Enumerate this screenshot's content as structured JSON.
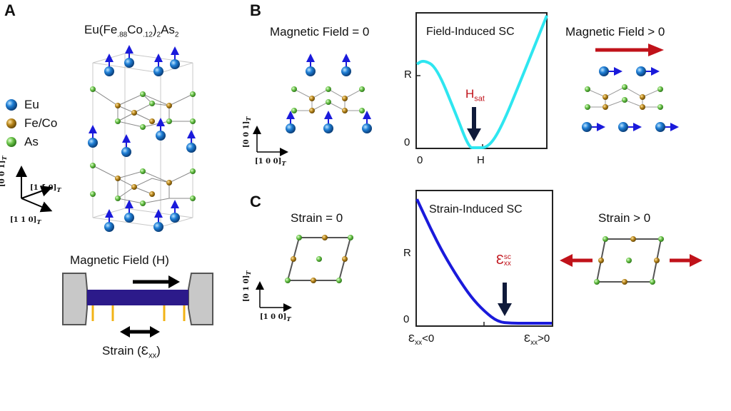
{
  "panels": {
    "a": "A",
    "b": "B",
    "c": "C"
  },
  "panel_a": {
    "formula": {
      "base": "Eu(Fe",
      "fe_sub": ".88",
      "co": "Co",
      "co_sub": ".12",
      "close": ")",
      "two": "2",
      "as": "As",
      "as_sub": "2"
    },
    "legend": [
      "Eu",
      "Fe/Co",
      "As"
    ],
    "axes": {
      "c": "[0 0 1]",
      "b": "[1 1̄ 0]",
      "a": "[1 1 0]",
      "sub": "T"
    },
    "device_field_label": "Magnetic Field (H)",
    "device_strain_label": {
      "text": "Strain (",
      "sym": "Ɛ",
      "sub": "xx",
      "close": ")"
    }
  },
  "panel_b": {
    "left_label": "Magnetic Field = 0",
    "right_label": "Magnetic Field > 0",
    "axes": {
      "vertical": "[0 0 1]",
      "horizontal": "[1 0 0]",
      "sub": "T"
    },
    "chart_title": "Field-Induced SC",
    "y_ticks": [
      "R",
      "0"
    ],
    "x_ticks": [
      "0",
      "H"
    ],
    "annotation": {
      "main": "H",
      "sub": "sat"
    }
  },
  "panel_c": {
    "left_label": "Strain = 0",
    "right_label": "Strain > 0",
    "axes": {
      "vertical": "[0 1 0]",
      "horizontal": "[1 0 0]",
      "sub": "T"
    },
    "chart_title": "Strain-Induced SC",
    "y_ticks": [
      "R",
      "0"
    ],
    "x_ticks": {
      "left_sym": "Ɛ",
      "left_sub": "xx",
      "left_rel": "<0",
      "right_sym": "Ɛ",
      "right_sub": "xx",
      "right_rel": ">0"
    },
    "annotation": {
      "sym": "Ɛ",
      "sup": "sc",
      "sub": "xx"
    }
  },
  "colors": {
    "curve_b": "#2ee6f0",
    "curve_c": "#1a1adb",
    "eu": "#1f7fd6",
    "fe": "#b8861b",
    "as": "#6cc44a",
    "spin": "#1a1adb",
    "field_arrow": "#c0121a",
    "bar": "#2c1a8a"
  },
  "chart_data": [
    {
      "type": "line",
      "title": "Field-Induced SC",
      "xlabel": "",
      "ylabel": "",
      "x_tick_labels": [
        "0",
        "H"
      ],
      "y_tick_labels": [
        "R",
        "0"
      ],
      "series": [
        {
          "x": [
            0,
            0.05,
            0.15,
            0.3,
            0.4,
            0.45,
            0.55,
            0.65,
            0.8,
            1.0
          ],
          "values": [
            0.62,
            0.65,
            0.6,
            0.25,
            0.0,
            0.0,
            0.0,
            0.15,
            0.5,
            0.98
          ]
        }
      ],
      "xlim": [
        0,
        1
      ],
      "ylim": [
        0,
        1
      ],
      "annotations": [
        "H_sat"
      ]
    },
    {
      "type": "line",
      "title": "Strain-Induced SC",
      "xlabel": "",
      "ylabel": "",
      "x_tick_labels": [
        "Ɛxx<0",
        "Ɛxx>0"
      ],
      "y_tick_labels": [
        "R",
        "0"
      ],
      "series": [
        {
          "x": [
            0,
            0.1,
            0.2,
            0.3,
            0.4,
            0.5,
            0.6,
            0.7,
            0.8,
            1.0
          ],
          "values": [
            0.94,
            0.72,
            0.52,
            0.35,
            0.2,
            0.09,
            0.01,
            0.0,
            0.0,
            0.0
          ]
        }
      ],
      "xlim": [
        0,
        1
      ],
      "ylim": [
        0,
        1
      ],
      "annotations": [
        "Ɛxx^sc"
      ]
    }
  ]
}
